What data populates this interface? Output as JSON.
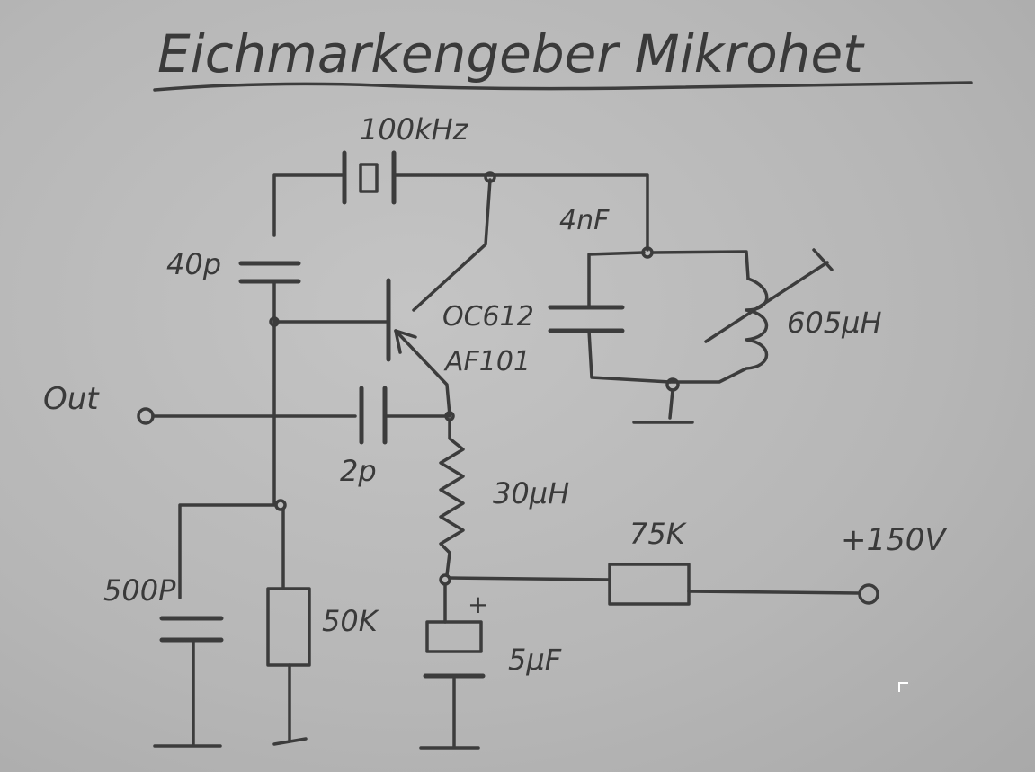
{
  "title": "Eichmarkengeber Mikrohet",
  "labels": {
    "crystal": "100kHz",
    "cap_tank": "4nF",
    "cap_feedback": "40p",
    "transistor_line1": "OC612",
    "transistor_line2": "AF101",
    "inductor_tank": "605µH",
    "output": "Out",
    "cap_coupling": "2p",
    "inductor_choke": "30µH",
    "resistor_supply": "75K",
    "supply_voltage": "+150V",
    "cap_base": "500P",
    "resistor_base": "50K",
    "cap_electrolytic": "5µF",
    "polarity": "+"
  }
}
